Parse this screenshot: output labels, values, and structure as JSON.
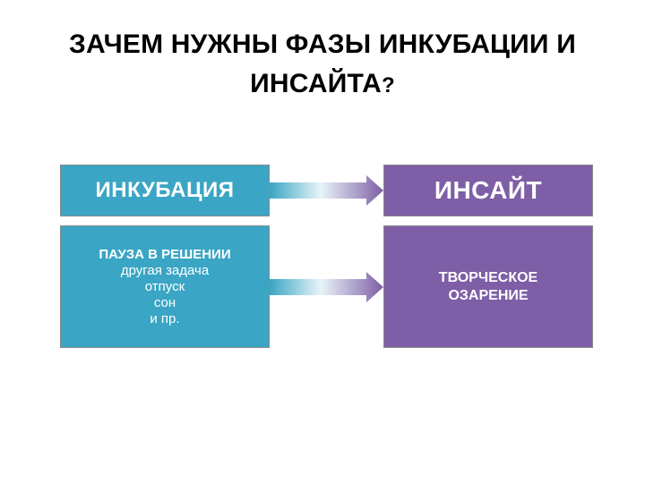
{
  "title": {
    "line1": "ЗАЧЕМ  НУЖНЫ  ФАЗЫ  ИНКУБАЦИИ И",
    "line2": "ИНСАЙТА",
    "mark": "?"
  },
  "left_column": {
    "header": "ИНКУБАЦИЯ",
    "body_heading": "ПАУЗА В РЕШЕНИИ",
    "body_lines": [
      "другая задача",
      "отпуск",
      "сон",
      "и пр."
    ]
  },
  "right_column": {
    "header": "ИНСАЙТ",
    "body_lines": [
      "ТВОРЧЕСКОЕ",
      "ОЗАРЕНИЕ"
    ]
  },
  "colors": {
    "teal": "#3aa5c4",
    "purple": "#7e5ea6",
    "arrow_start": "#3aa5c4",
    "arrow_mid": "#e8f4f8",
    "arrow_end": "#7e5ea6"
  }
}
